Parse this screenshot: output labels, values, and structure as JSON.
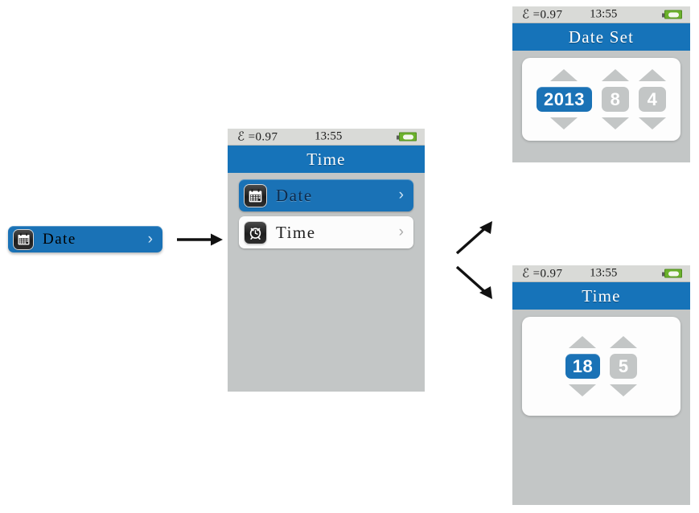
{
  "status_bar": {
    "emissivity": "ℰ =0.97",
    "clock": "13:55",
    "battery_icon": "battery-icon"
  },
  "standalone_button": {
    "label": "Date",
    "icon": "calendar-icon",
    "chevron": "›"
  },
  "menu_screen": {
    "title": "Time",
    "items": [
      {
        "label": "Date",
        "icon": "calendar-icon",
        "chevron": "›",
        "selected": true
      },
      {
        "label": "Time",
        "icon": "alarm-clock-icon",
        "chevron": "›",
        "selected": false
      }
    ]
  },
  "date_set_screen": {
    "title": "Date Set",
    "fields": [
      {
        "value": "2013",
        "active": true
      },
      {
        "value": "8",
        "active": false
      },
      {
        "value": "4",
        "active": false
      }
    ]
  },
  "time_set_screen": {
    "title": "Time",
    "fields": [
      {
        "value": "18",
        "active": true
      },
      {
        "value": "5",
        "active": false
      }
    ]
  },
  "colors": {
    "accent_blue": "#1a72b6",
    "screen_gray": "#c3c6c6",
    "statusbar_gray": "#d9dad7",
    "battery_green": "#6cb22c"
  }
}
